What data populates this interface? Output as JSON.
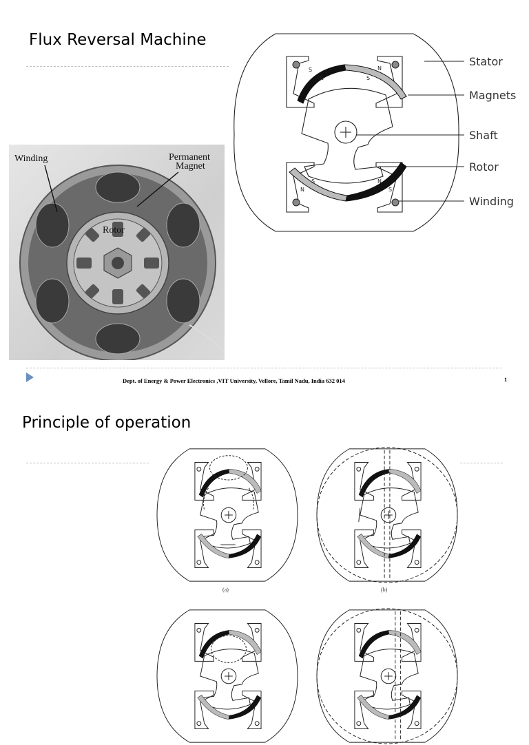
{
  "slide1": {
    "title": "Flux Reversal Machine",
    "diagram_labels": {
      "stator": "Stator",
      "magnets": "Magnets",
      "shaft": "Shaft",
      "rotor": "Rotor",
      "winding": "Winding"
    },
    "pole_marks": {
      "s": "S",
      "n": "N"
    },
    "photo_labels": {
      "winding": "Winding",
      "permanent": "Permanent",
      "magnet": "Magnet",
      "rotor": "Rotor"
    },
    "footer": "Dept. of Energy & Power Electronics ,VIT University, Vellore, Tamil Nadu, India  632 014",
    "page_number": "1"
  },
  "slide2": {
    "title": "Principle of operation",
    "subfig_labels": [
      "(a)",
      "(b)"
    ]
  },
  "colors": {
    "footer_arrow": "#6b8fc2",
    "rule": "#bfbfbf",
    "line": "#222222"
  }
}
